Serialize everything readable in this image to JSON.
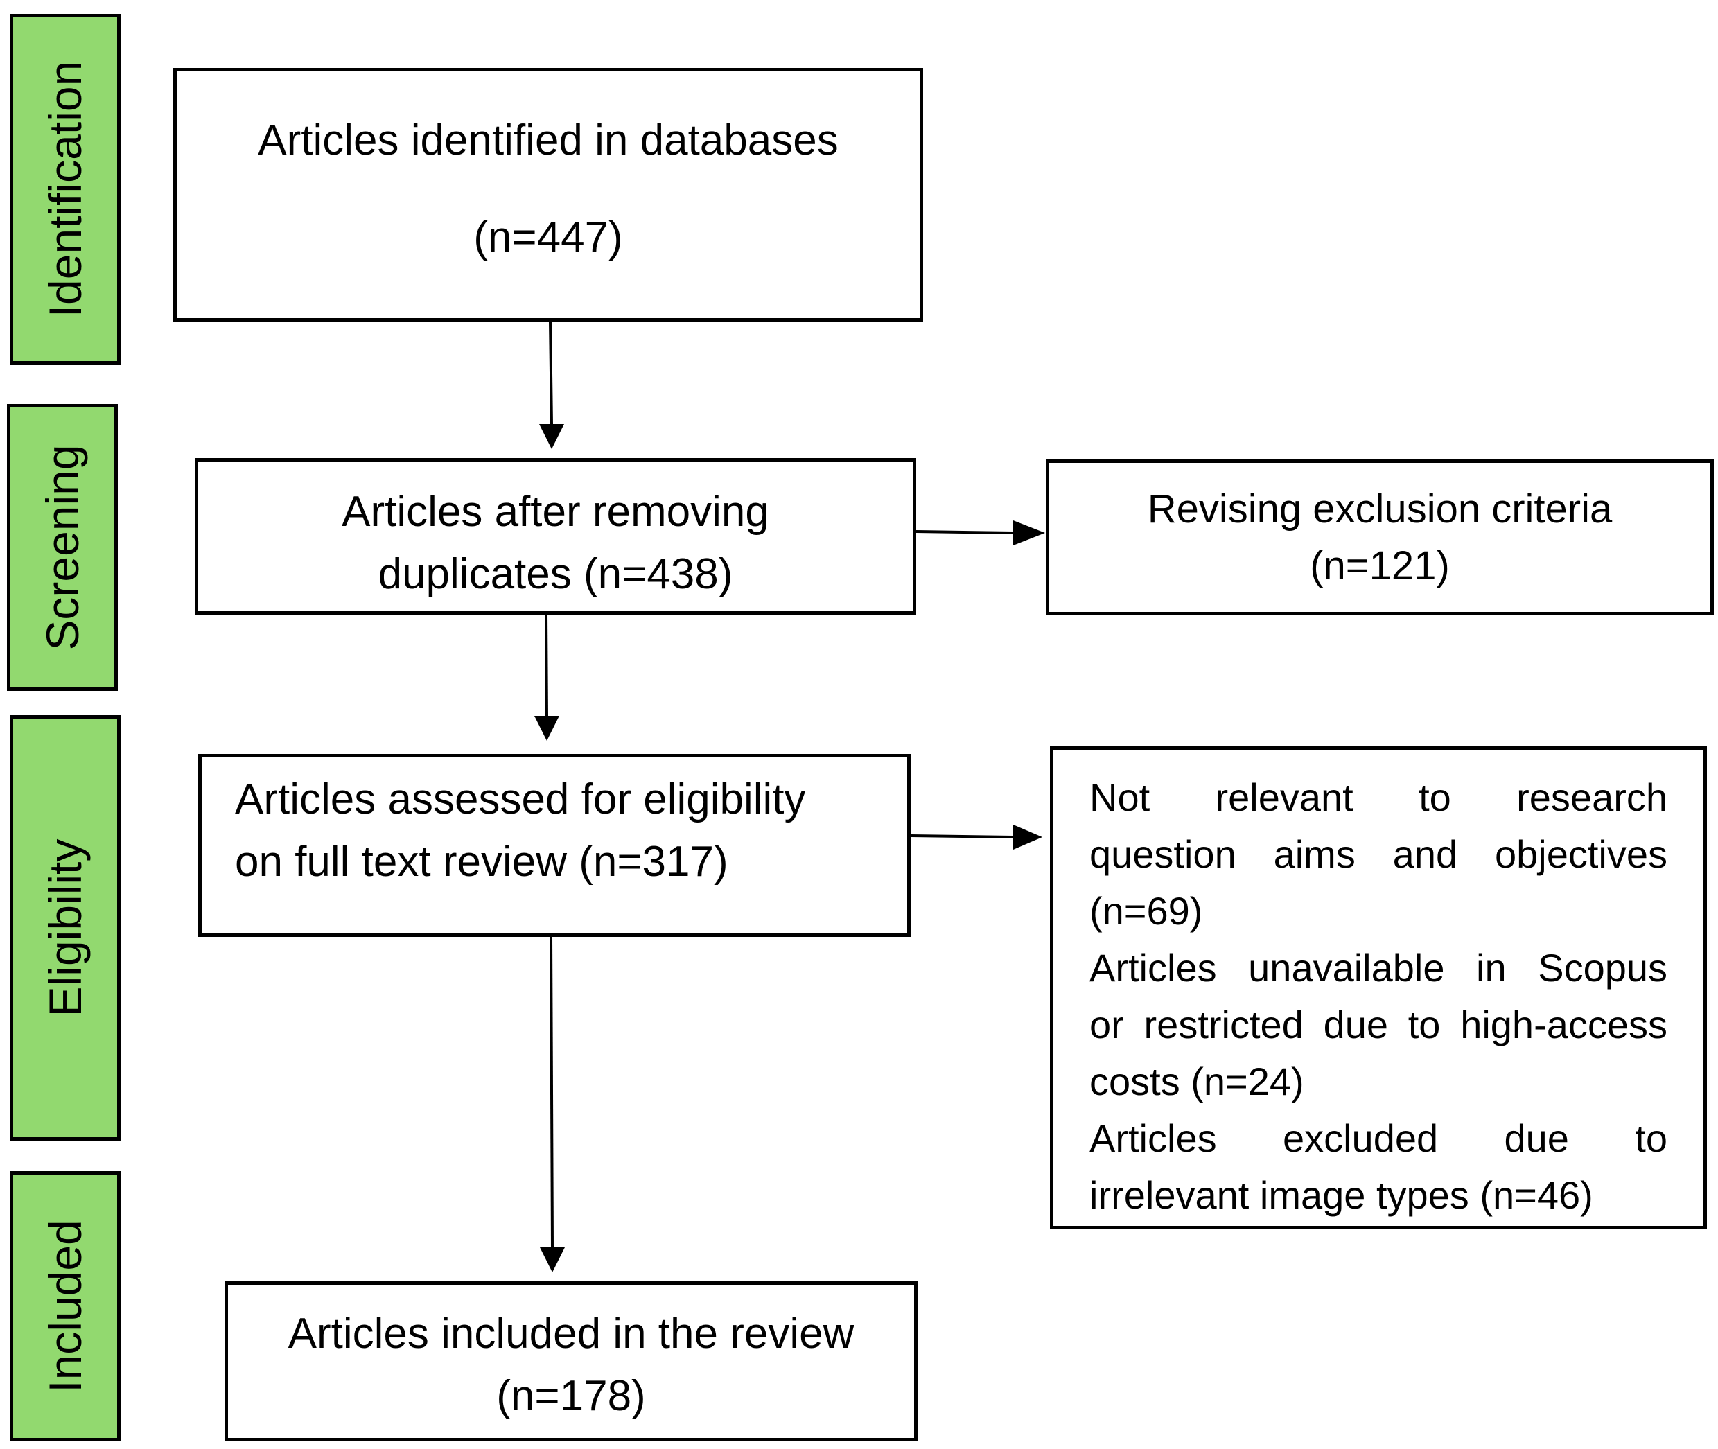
{
  "phases": {
    "identification": "Identification",
    "screening": "Screening",
    "eligibility": "Eligibility",
    "included": "Included"
  },
  "boxes": {
    "identified": {
      "line1": "Articles identified in databases",
      "line2": "(n=447)"
    },
    "after_duplicates": {
      "line1": "Articles after removing",
      "line2": "duplicates (n=438)"
    },
    "revising": {
      "line1": "Revising exclusion criteria",
      "line2": "(n=121)"
    },
    "assessed": {
      "line1": "Articles assessed for eligibility",
      "line2": "on full text review (n=317)"
    },
    "included": {
      "line1": "Articles included in the review",
      "line2": "(n=178)"
    },
    "excluded": {
      "l1": "Not relevant to research",
      "l2": "question aims and objectives",
      "l3": "(n=69)",
      "l4": "Articles unavailable in Scopus",
      "l5": "or restricted due to high-access",
      "l6": "costs (n=24)",
      "l7": "Articles excluded due to",
      "l8": "irrelevant image types (n=46)"
    }
  },
  "colors": {
    "phase_fill": "#92d96f",
    "stroke": "#000000"
  }
}
